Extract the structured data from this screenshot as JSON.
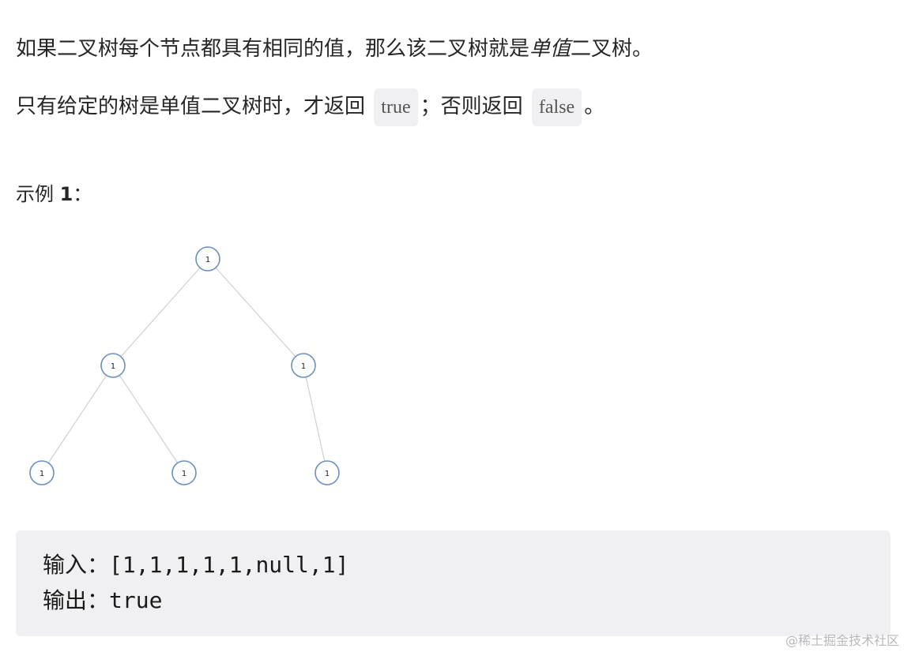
{
  "paragraph1": {
    "before": "如果二叉树每个节点都具有相同的值，那么该二叉树就是",
    "emphasis": "单值",
    "after": "二叉树。"
  },
  "paragraph2": {
    "before": "只有给定的树是单值二叉树时，才返回",
    "code_true": "true",
    "middle": "；否则返回",
    "code_false": "false",
    "after": "。"
  },
  "example": {
    "title_prefix": "示例 ",
    "title_number": "1",
    "title_suffix": "："
  },
  "tree": {
    "node_labels": [
      "1",
      "1",
      "1",
      "1",
      "1",
      "1"
    ],
    "node_stroke": "#6b8fc0",
    "edge_color": "#d0d0d0"
  },
  "code_block": {
    "input_label": "输入：",
    "input_value": "[1,1,1,1,1,null,1]",
    "output_label": "输出：",
    "output_value": "true"
  },
  "watermark": "@稀土掘金技术社区",
  "colors": {
    "code_background": "#f0f0f2",
    "text": "#262626"
  }
}
